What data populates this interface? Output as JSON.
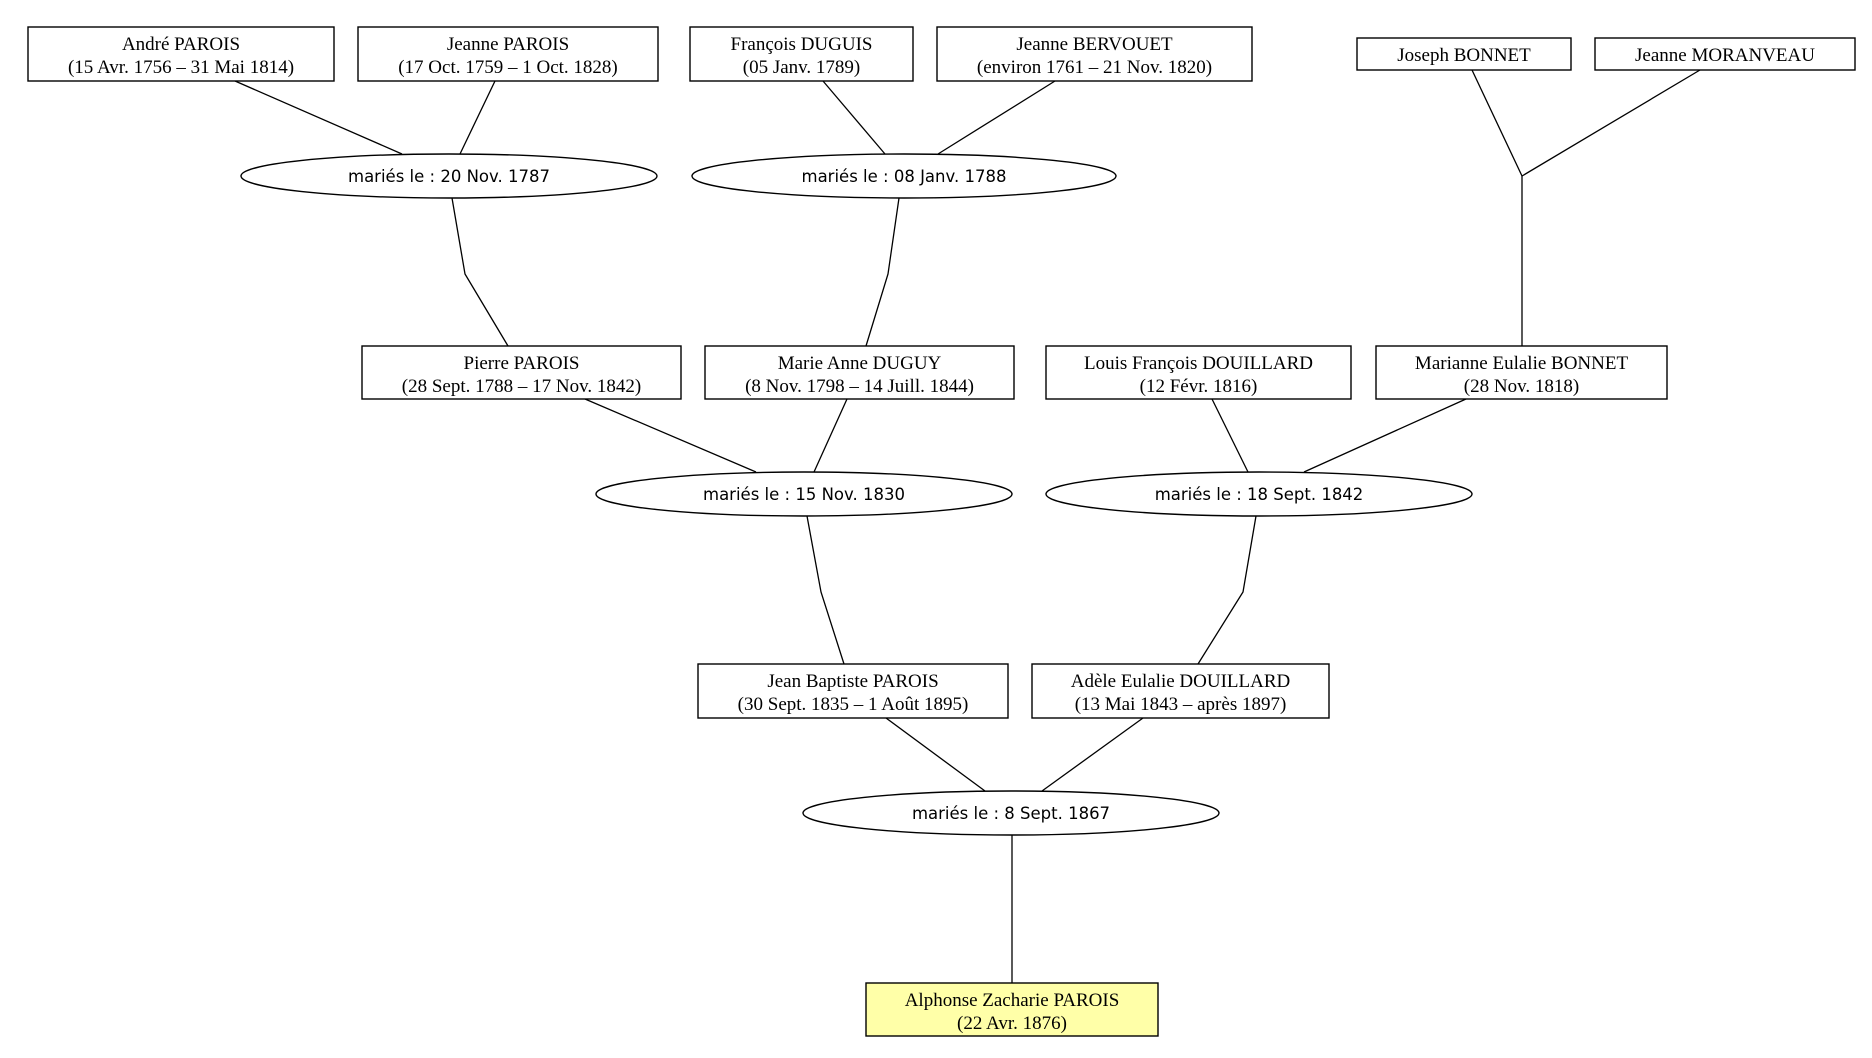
{
  "persons": [
    {
      "id": "andre_parois",
      "name": "André PAROIS",
      "dates": "(15 Avr. 1756 – 31 Mai 1814)"
    },
    {
      "id": "jeanne_parois",
      "name": "Jeanne PAROIS",
      "dates": "(17 Oct. 1759 – 1 Oct. 1828)"
    },
    {
      "id": "francois_duguis",
      "name": "François DUGUIS",
      "dates": "(05 Janv. 1789)"
    },
    {
      "id": "jeanne_bervouet",
      "name": "Jeanne BERVOUET",
      "dates": "(environ 1761 – 21 Nov. 1820)"
    },
    {
      "id": "joseph_bonnet",
      "name": "Joseph BONNET",
      "dates": ""
    },
    {
      "id": "jeanne_moranveau",
      "name": "Jeanne MORANVEAU",
      "dates": ""
    },
    {
      "id": "pierre_parois",
      "name": "Pierre PAROIS",
      "dates": "(28 Sept. 1788 – 17 Nov. 1842)"
    },
    {
      "id": "marie_anne_duguy",
      "name": "Marie Anne DUGUY",
      "dates": "(8 Nov. 1798 – 14 Juill. 1844)"
    },
    {
      "id": "louis_francois_douillard",
      "name": "Louis François DOUILLARD",
      "dates": "(12 Févr. 1816)"
    },
    {
      "id": "marianne_eulalie_bonnet",
      "name": "Marianne Eulalie BONNET",
      "dates": "(28 Nov. 1818)"
    },
    {
      "id": "jean_baptiste_parois",
      "name": "Jean Baptiste PAROIS",
      "dates": "(30 Sept. 1835 – 1 Août 1895)"
    },
    {
      "id": "adele_eulalie_douillard",
      "name": "Adèle Eulalie DOUILLARD",
      "dates": "(13 Mai 1843 – après 1897)"
    },
    {
      "id": "alphonse_zacharie_parois",
      "name": "Alphonse Zacharie PAROIS",
      "dates": "(22 Avr. 1876)",
      "highlight": true
    }
  ],
  "unions": [
    {
      "id": "u1787",
      "label": "mariés le : 20 Nov. 1787",
      "partners": [
        "andre_parois",
        "jeanne_parois"
      ],
      "child": "pierre_parois"
    },
    {
      "id": "u1788",
      "label": "mariés le : 08 Janv. 1788",
      "partners": [
        "francois_duguis",
        "jeanne_bervouet"
      ],
      "child": "marie_anne_duguy"
    },
    {
      "id": "ubonnet",
      "label": "",
      "partners": [
        "joseph_bonnet",
        "jeanne_moranveau"
      ],
      "child": "marianne_eulalie_bonnet"
    },
    {
      "id": "u1830",
      "label": "mariés le : 15 Nov. 1830",
      "partners": [
        "pierre_parois",
        "marie_anne_duguy"
      ],
      "child": "jean_baptiste_parois"
    },
    {
      "id": "u1842",
      "label": "mariés le : 18 Sept. 1842",
      "partners": [
        "louis_francois_douillard",
        "marianne_eulalie_bonnet"
      ],
      "child": "adele_eulalie_douillard"
    },
    {
      "id": "u1867",
      "label": "mariés le : 8 Sept. 1867",
      "partners": [
        "jean_baptiste_parois",
        "adele_eulalie_douillard"
      ],
      "child": "alphonse_zacharie_parois"
    }
  ],
  "colors": {
    "highlight": "#ffffa8",
    "stroke": "#000000",
    "background": "#ffffff"
  }
}
